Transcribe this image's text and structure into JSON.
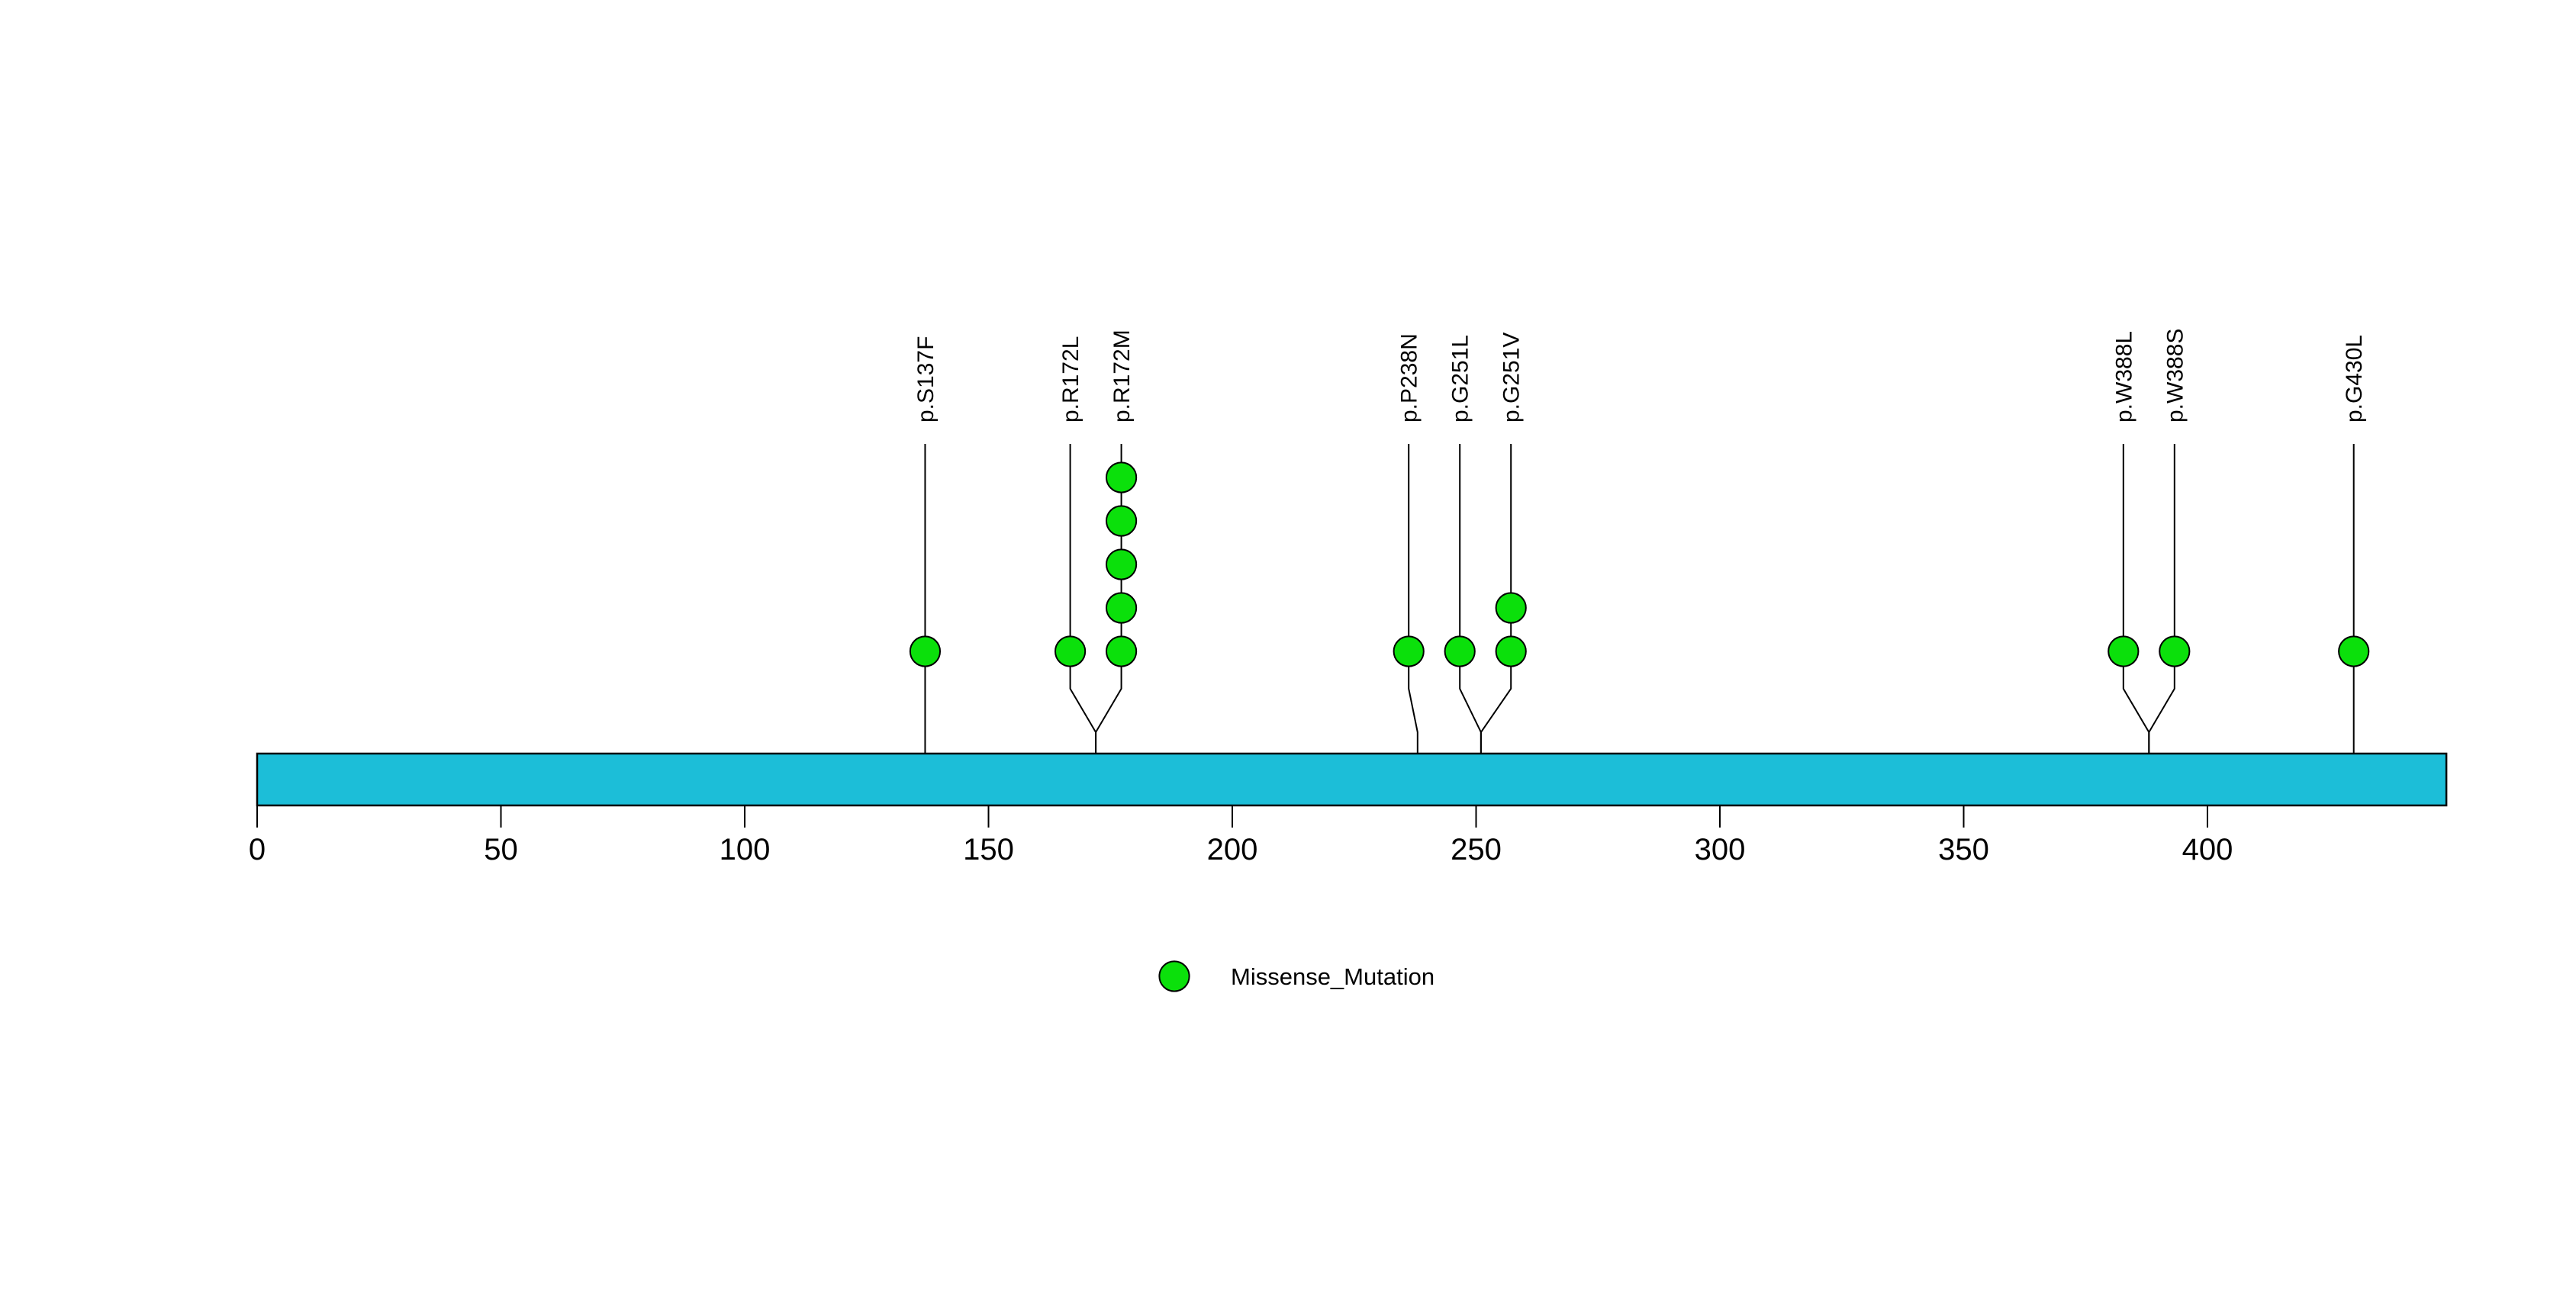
{
  "chart_data": {
    "type": "lollipop",
    "title": "",
    "xlabel": "",
    "ylabel": "",
    "xlim": [
      0,
      449
    ],
    "x_ticks": [
      0,
      50,
      100,
      150,
      200,
      250,
      300,
      350,
      400
    ],
    "grid": false,
    "protein_bar_color": "#1CBED8",
    "lollipop_fill_color": "#0BE00B",
    "stroke_color": "#000000",
    "legend": {
      "position": "bottom-center",
      "entries": [
        {
          "label": "Missense_Mutation",
          "color": "#0BE00B"
        }
      ]
    },
    "mutations": [
      {
        "label": "p.S137F",
        "amino_acid_position": 137,
        "count": 1,
        "mutation_type": "Missense_Mutation"
      },
      {
        "label": "p.R172L",
        "amino_acid_position": 172,
        "count": 1,
        "mutation_type": "Missense_Mutation"
      },
      {
        "label": "p.R172M",
        "amino_acid_position": 172,
        "count": 5,
        "mutation_type": "Missense_Mutation"
      },
      {
        "label": "p.P238N",
        "amino_acid_position": 238,
        "count": 1,
        "mutation_type": "Missense_Mutation"
      },
      {
        "label": "p.G251L",
        "amino_acid_position": 251,
        "count": 1,
        "mutation_type": "Missense_Mutation"
      },
      {
        "label": "p.G251V",
        "amino_acid_position": 251,
        "count": 2,
        "mutation_type": "Missense_Mutation"
      },
      {
        "label": "p.W388L",
        "amino_acid_position": 388,
        "count": 1,
        "mutation_type": "Missense_Mutation"
      },
      {
        "label": "p.W388S",
        "amino_acid_position": 388,
        "count": 1,
        "mutation_type": "Missense_Mutation"
      },
      {
        "label": "p.G430L",
        "amino_acid_position": 430,
        "count": 1,
        "mutation_type": "Missense_Mutation"
      }
    ]
  }
}
